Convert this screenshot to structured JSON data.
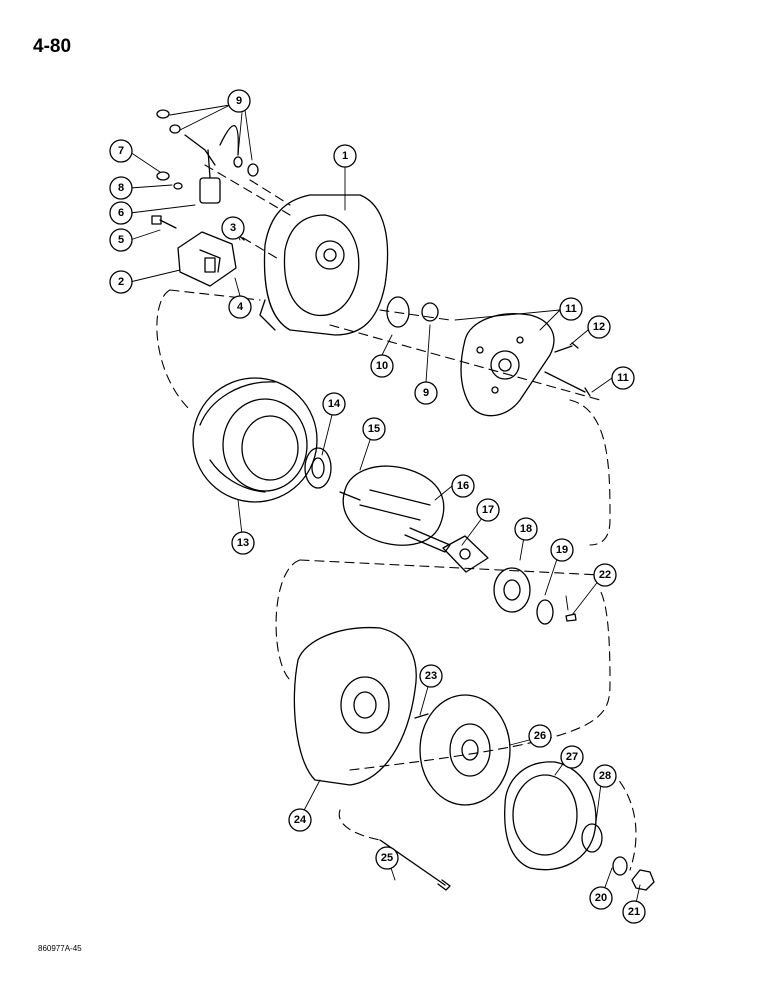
{
  "page": {
    "number": "4-80",
    "figure_code": "860977A-45"
  },
  "callouts": {
    "c1": "1",
    "c2": "2",
    "c3": "3",
    "c4": "4",
    "c5": "5",
    "c6": "6",
    "c7": "7",
    "c8": "8",
    "c9a": "9",
    "c9b": "9",
    "c10": "10",
    "c11a": "11",
    "c11b": "11",
    "c12": "12",
    "c13": "13",
    "c14": "14",
    "c15": "15",
    "c16": "16",
    "c17": "17",
    "c18": "18",
    "c19": "19",
    "c20": "20",
    "c21": "21",
    "c22": "22",
    "c23": "23",
    "c24": "24",
    "c25": "25",
    "c26": "26",
    "c27": "27",
    "c28": "28"
  }
}
